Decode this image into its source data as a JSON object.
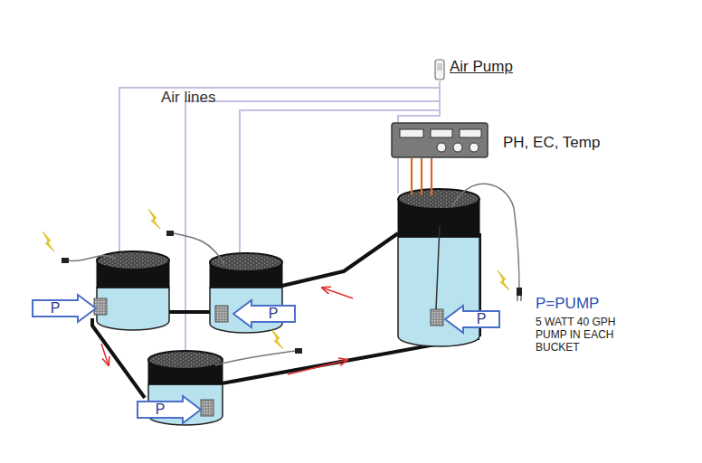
{
  "diagram": {
    "nodes": [
      {
        "text": [
          "PH, EC, Temp"
        ]
      },
      {
        "text": [
          "P"
        ]
      },
      {
        "text": [
          "P"
        ]
      },
      {
        "text": [
          "P"
        ]
      },
      {
        "text": [
          "P"
        ]
      }
    ],
    "labels": [
      "Air Pump",
      "Air lines",
      "P=PUMP",
      "5 WATT 40 GPH PUMP IN EACH BUCKET"
    ]
  }
}
